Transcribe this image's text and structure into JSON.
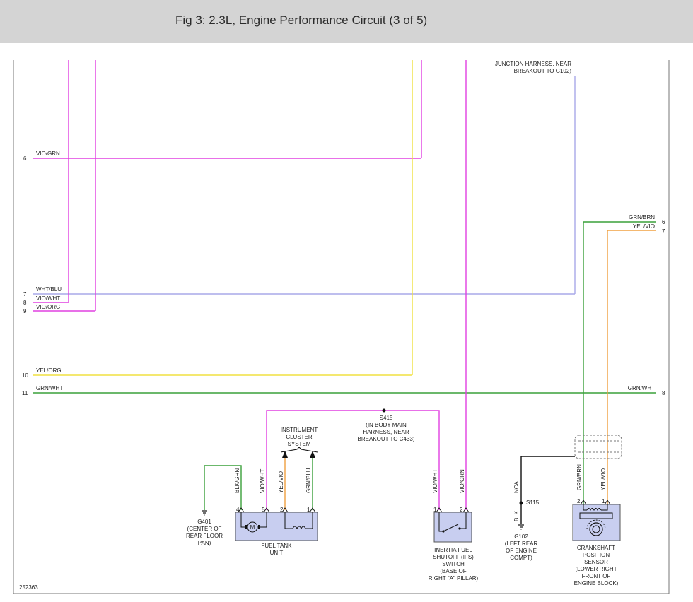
{
  "header": {
    "title": "Fig 3: 2.3L, Engine Performance Circuit (3 of 5)"
  },
  "figure_id": "252363",
  "note_top": [
    "JUNCTION HARNESS, NEAR",
    "BREAKOUT TO G102)"
  ],
  "left_pins": [
    "6",
    "7",
    "8",
    "9",
    "10",
    "11"
  ],
  "right_pins": [
    "6",
    "7",
    "8"
  ],
  "wires": {
    "vio_grn": "VIO/GRN",
    "wht_blu": "WHT/BLU",
    "vio_wht": "VIO/WHT",
    "vio_org": "VIO/ORG",
    "yel_org": "YEL/ORG",
    "grn_wht": "GRN/WHT",
    "grn_brn": "GRN/BRN",
    "yel_vio": "YEL/VIO",
    "blk_grn": "BLK/GRN",
    "grn_blu": "GRN/BLU",
    "nca": "NCA",
    "blk": "BLK"
  },
  "splices": {
    "s415": [
      "S415",
      "(IN BODY MAIN",
      "HARNESS, NEAR",
      "BREAKOUT TO C433)"
    ],
    "s115": "S115"
  },
  "grounds": {
    "g401": [
      "G401",
      "(CENTER OF",
      "REAR FLOOR",
      "PAN)"
    ],
    "g102": [
      "G102",
      "(LEFT REAR",
      "OF ENGINE",
      "COMPT)"
    ]
  },
  "instrument_cluster": [
    "INSTRUMENT",
    "CLUSTER",
    "SYSTEM"
  ],
  "components": {
    "fuel_tank": {
      "label": [
        "FUEL TANK",
        "UNIT"
      ],
      "pins": [
        "4",
        "5",
        "2",
        "1"
      ],
      "motor": "M"
    },
    "ifs_switch": {
      "label": [
        "INERTIA FUEL",
        "SHUTOFF (IFS)",
        "SWITCH",
        "(BASE OF",
        "RIGHT \"A\" PILLAR)"
      ],
      "pins": [
        "1",
        "2"
      ]
    },
    "ckp_sensor": {
      "label": [
        "CRANKSHAFT",
        "POSITION",
        "SENSOR",
        "(LOWER RIGHT",
        "FRONT OF",
        "ENGINE BLOCK)"
      ],
      "pins": [
        "2",
        "1"
      ]
    }
  },
  "colors": {
    "magenta": "#e040e0",
    "yellow": "#f0e040",
    "lavender": "#a8a8e8",
    "green": "#3aa03a",
    "orange": "#f0a040",
    "component_fill": "#c8cef0"
  }
}
